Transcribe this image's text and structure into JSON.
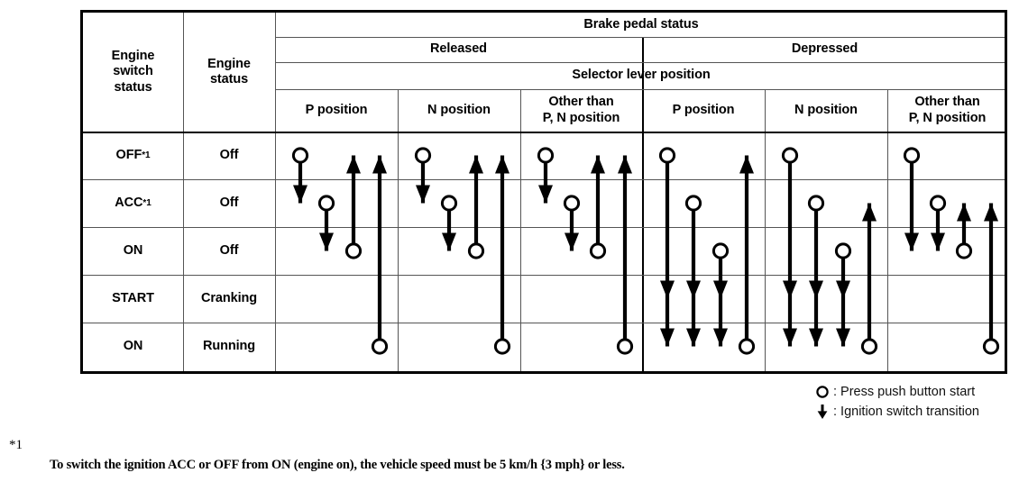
{
  "table": {
    "corner_headers": [
      {
        "id": "engine-switch-status",
        "label": "Engine\nswitch\nstatus"
      },
      {
        "id": "engine-status",
        "label": "Engine\nstatus"
      }
    ],
    "top_header": {
      "label": "Brake pedal status"
    },
    "brake_groups": [
      {
        "id": "released",
        "label": "Released"
      },
      {
        "id": "depressed",
        "label": "Depressed"
      }
    ],
    "selector_header": {
      "label": "Selector lever position"
    },
    "columns": [
      {
        "id": "rel-p",
        "group": "released",
        "label": "P position"
      },
      {
        "id": "rel-n",
        "group": "released",
        "label": "N position"
      },
      {
        "id": "rel-other",
        "group": "released",
        "label": "Other than\nP, N position"
      },
      {
        "id": "dep-p",
        "group": "depressed",
        "label": "P position"
      },
      {
        "id": "dep-n",
        "group": "depressed",
        "label": "N position"
      },
      {
        "id": "dep-other",
        "group": "depressed",
        "label": "Other than\nP, N position"
      }
    ],
    "rows": [
      {
        "id": "off",
        "switch_status": "OFF",
        "switch_footnote": "*1",
        "engine_status": "Off"
      },
      {
        "id": "acc",
        "switch_status": "ACC",
        "switch_footnote": "*1",
        "engine_status": "Off"
      },
      {
        "id": "on-off",
        "switch_status": "ON",
        "switch_footnote": "",
        "engine_status": "Off"
      },
      {
        "id": "start",
        "switch_status": "START",
        "switch_footnote": "",
        "engine_status": "Cranking"
      },
      {
        "id": "on-run",
        "switch_status": "ON",
        "switch_footnote": "",
        "engine_status": "Running"
      }
    ]
  },
  "chart_data": {
    "type": "diagram",
    "title": "Engine switch status transition matrix",
    "row_order": [
      "off",
      "acc",
      "on-off",
      "start",
      "on-run"
    ],
    "column_order": [
      "rel-p",
      "rel-n",
      "rel-other",
      "dep-p",
      "dep-n",
      "dep-other"
    ],
    "glyphs": {
      "circle": "Press push button start",
      "arrow": "Ignition switch transition"
    },
    "transitions": {
      "rel-p": [
        {
          "lane": 0,
          "start_row": "off",
          "end_row": "acc",
          "direction": "down",
          "circle_at": "start",
          "midpoint_heads": []
        },
        {
          "lane": 1,
          "start_row": "acc",
          "end_row": "on-off",
          "direction": "down",
          "circle_at": "start",
          "midpoint_heads": []
        },
        {
          "lane": 2,
          "start_row": "on-off",
          "end_row": "off",
          "direction": "up",
          "circle_at": "start",
          "midpoint_heads": []
        },
        {
          "lane": 3,
          "start_row": "on-run",
          "end_row": "off",
          "direction": "up",
          "circle_at": "start",
          "midpoint_heads": []
        }
      ],
      "rel-n": [
        {
          "lane": 0,
          "start_row": "off",
          "end_row": "acc",
          "direction": "down",
          "circle_at": "start",
          "midpoint_heads": []
        },
        {
          "lane": 1,
          "start_row": "acc",
          "end_row": "on-off",
          "direction": "down",
          "circle_at": "start",
          "midpoint_heads": []
        },
        {
          "lane": 2,
          "start_row": "on-off",
          "end_row": "off",
          "direction": "up",
          "circle_at": "start",
          "midpoint_heads": []
        },
        {
          "lane": 3,
          "start_row": "on-run",
          "end_row": "off",
          "direction": "up",
          "circle_at": "start",
          "midpoint_heads": []
        }
      ],
      "rel-other": [
        {
          "lane": 0,
          "start_row": "off",
          "end_row": "acc",
          "direction": "down",
          "circle_at": "start",
          "midpoint_heads": []
        },
        {
          "lane": 1,
          "start_row": "acc",
          "end_row": "on-off",
          "direction": "down",
          "circle_at": "start",
          "midpoint_heads": []
        },
        {
          "lane": 2,
          "start_row": "on-off",
          "end_row": "off",
          "direction": "up",
          "circle_at": "start",
          "midpoint_heads": []
        },
        {
          "lane": 3,
          "start_row": "on-run",
          "end_row": "off",
          "direction": "up",
          "circle_at": "start",
          "midpoint_heads": []
        }
      ],
      "dep-p": [
        {
          "lane": 0,
          "start_row": "off",
          "end_row": "on-run",
          "direction": "down",
          "circle_at": "start",
          "midpoint_heads": [
            "start"
          ]
        },
        {
          "lane": 1,
          "start_row": "acc",
          "end_row": "on-run",
          "direction": "down",
          "circle_at": "start",
          "midpoint_heads": [
            "start"
          ]
        },
        {
          "lane": 2,
          "start_row": "on-off",
          "end_row": "on-run",
          "direction": "down",
          "circle_at": "start",
          "midpoint_heads": [
            "start"
          ]
        },
        {
          "lane": 3,
          "start_row": "on-run",
          "end_row": "off",
          "direction": "up",
          "circle_at": "start",
          "midpoint_heads": []
        }
      ],
      "dep-n": [
        {
          "lane": 0,
          "start_row": "off",
          "end_row": "on-run",
          "direction": "down",
          "circle_at": "start",
          "midpoint_heads": [
            "start"
          ]
        },
        {
          "lane": 1,
          "start_row": "acc",
          "end_row": "on-run",
          "direction": "down",
          "circle_at": "start",
          "midpoint_heads": [
            "start"
          ]
        },
        {
          "lane": 2,
          "start_row": "on-off",
          "end_row": "on-run",
          "direction": "down",
          "circle_at": "start",
          "midpoint_heads": [
            "start"
          ]
        },
        {
          "lane": 3,
          "start_row": "on-run",
          "end_row": "acc",
          "direction": "up",
          "circle_at": "start",
          "midpoint_heads": []
        }
      ],
      "dep-other": [
        {
          "lane": 0,
          "start_row": "off",
          "end_row": "on-off",
          "direction": "down",
          "circle_at": "start",
          "midpoint_heads": []
        },
        {
          "lane": 1,
          "start_row": "acc",
          "end_row": "on-off",
          "direction": "down",
          "circle_at": "start",
          "midpoint_heads": []
        },
        {
          "lane": 2,
          "start_row": "on-off",
          "end_row": "acc",
          "direction": "up",
          "circle_at": "start",
          "midpoint_heads": []
        },
        {
          "lane": 3,
          "start_row": "on-run",
          "end_row": "acc",
          "direction": "up",
          "circle_at": "start",
          "midpoint_heads": []
        }
      ]
    }
  },
  "legend": [
    {
      "id": "circle",
      "glyph": "circle-icon",
      "text": ": Press push button start"
    },
    {
      "id": "arrow",
      "glyph": "down-arrow-icon",
      "text": ": Ignition switch transition"
    }
  ],
  "footnote": {
    "mark": "*1",
    "text": "To switch the ignition ACC or OFF from ON (engine on), the vehicle speed must be 5 km/h {3 mph} or less."
  },
  "colors": {
    "ink": "#000000",
    "grid": "#555555",
    "background": "#ffffff"
  }
}
